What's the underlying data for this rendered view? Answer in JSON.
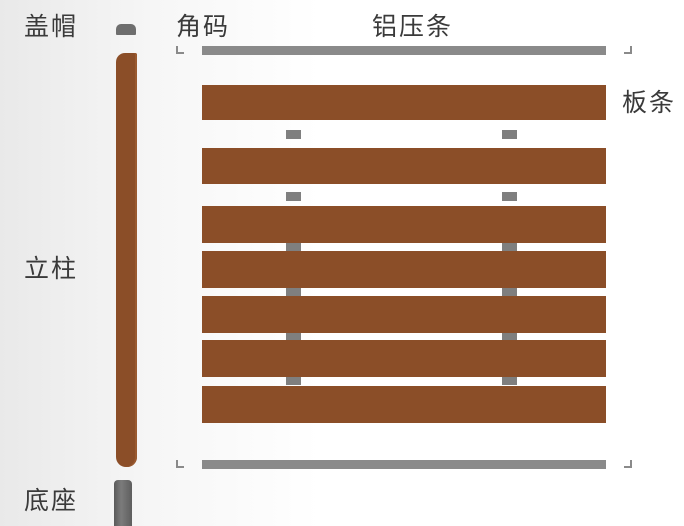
{
  "labels": {
    "cap": "盖帽",
    "corner": "角码",
    "rail": "铝压条",
    "plank": "板条",
    "post": "立柱",
    "base": "底座"
  },
  "colors": {
    "wood": "#8b4e28",
    "aluminum": "#8a8a8a",
    "connector": "#7f7f7f",
    "text": "#3a3a3a"
  }
}
